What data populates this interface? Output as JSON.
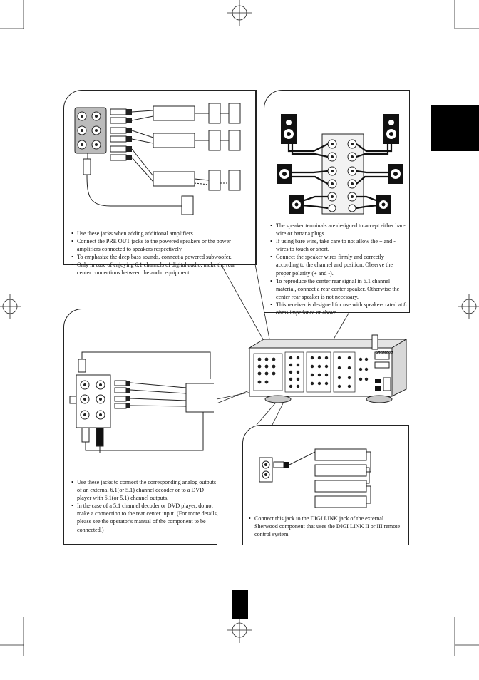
{
  "page": {
    "background": "#ffffff",
    "ink": "#111111",
    "tab_color": "#000000"
  },
  "pre_out_panel": {
    "bullets": [
      "Use these jacks when adding additional amplifiers.",
      "Connect the PRE OUT jacks to the powered speakers or the power amplifiers connected to speakers respectively.",
      "To emphasize the deep bass sounds, connect a powered subwoofer.",
      "Only in case of enjoying 6.1 channels of digital audio, make the rear center connections between the audio equipment."
    ]
  },
  "speaker_panel": {
    "bullets": [
      "The speaker terminals are designed to accept either bare wire or banana plugs.",
      "If using bare wire, take care to not allow the + and - wires to touch or short.",
      "Connect the speaker wires firmly and correctly according to the channel and position. Observe the proper polarity (+ and -).",
      "To reproduce the center rear signal in 6.1 channel material, connect a rear center speaker. Otherwise the center rear speaker is not necessary.",
      "This receiver is designed for use with speakers rated at 8 ohms impedance or above."
    ]
  },
  "decoder_panel": {
    "bullets": [
      "Use these jacks to connect the corresponding analog outputs of an external 6.1(or 5.1) channel decoder or to a DVD player with 6.1(or 5.1) channel outputs.",
      "In the case of a 5.1 channel decoder or DVD player, do not make a connection to the rear center input. (For more details, please see the operator's manual of the component to be connected.)"
    ]
  },
  "digilink_panel": {
    "bullets": [
      "Connect this jack to the DIGI LINK jack of the external Sherwood component that uses the DIGI LINK II or III remote control system."
    ]
  },
  "receiver": {
    "brand": "Sherwood"
  }
}
